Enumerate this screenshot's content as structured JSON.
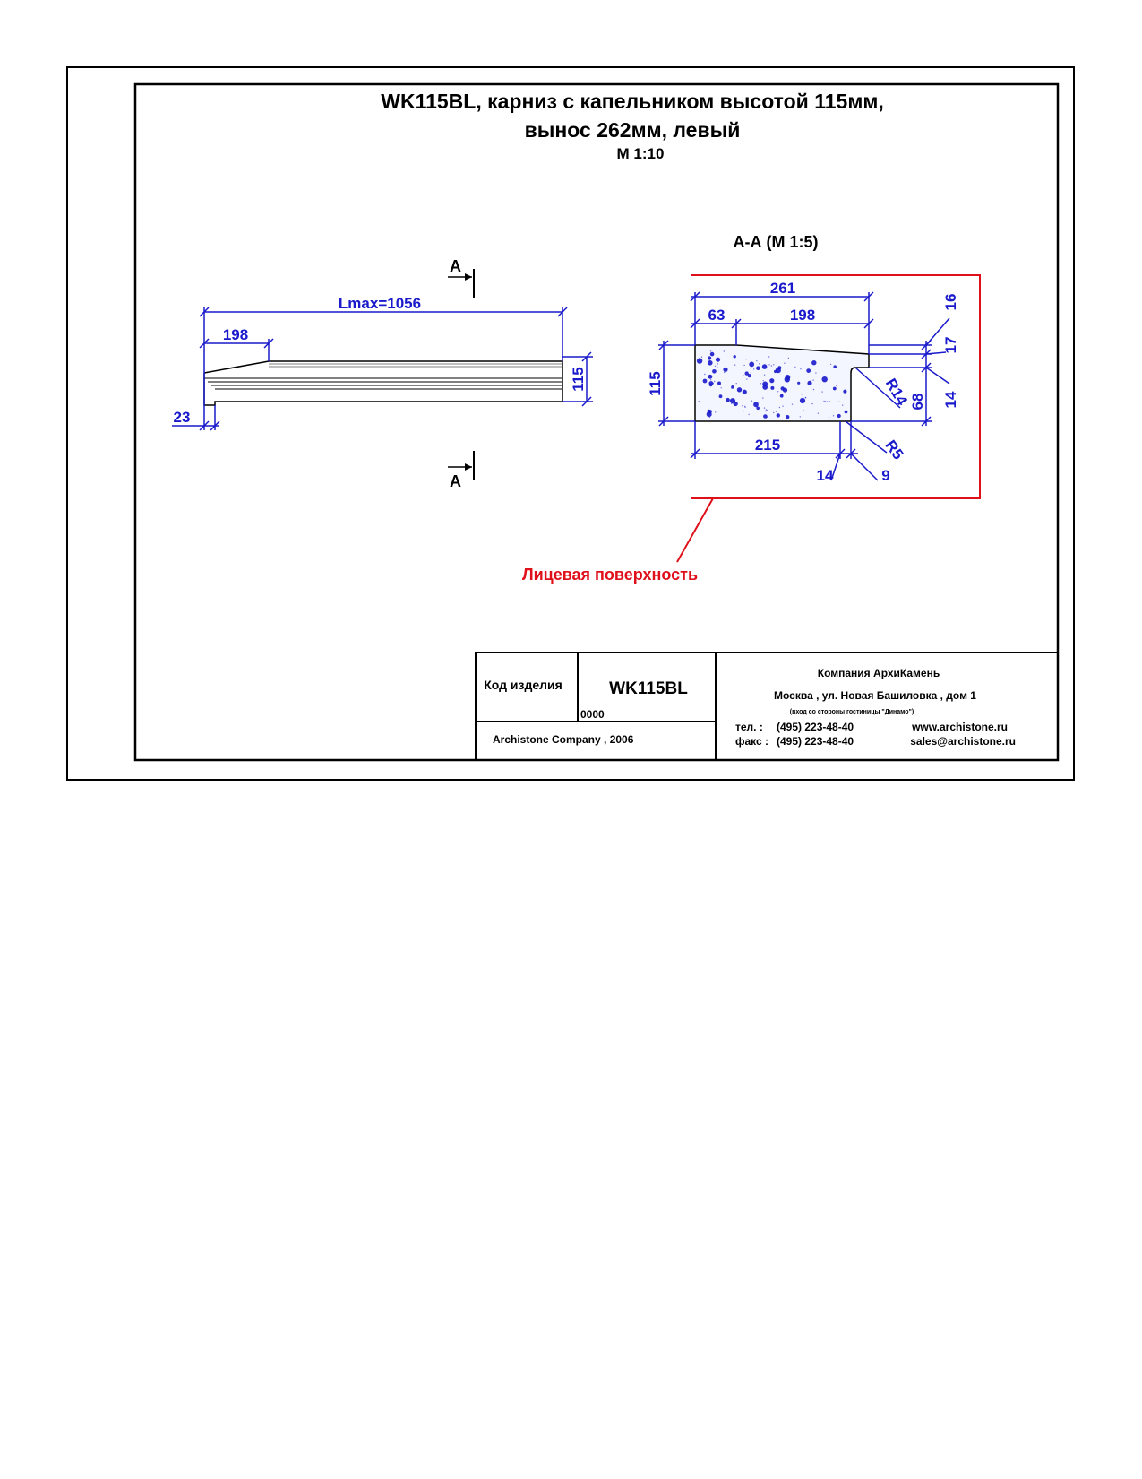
{
  "title": {
    "line1": "WK115BL, карниз с капельником высотой 115мм,",
    "line2": "вынос 262мм, левый",
    "scale": "М 1:10"
  },
  "elevation": {
    "section_mark_top": "A",
    "section_mark_bottom": "A",
    "dims": {
      "lmax": "Lmax=1056",
      "left_len": "198",
      "height": "115",
      "bottom": "23"
    }
  },
  "section": {
    "title": "А-А (М 1:5)",
    "dims": {
      "d261": "261",
      "d63": "63",
      "d198": "198",
      "d16": "16",
      "d17": "17",
      "d115": "115",
      "r14": "R14",
      "d68": "68",
      "d14_right": "14",
      "d215": "215",
      "r5": "R5",
      "d14_bottom": "14",
      "d9": "9"
    },
    "face_label": "Лицевая поверхность"
  },
  "title_block": {
    "code_label": "Код изделия",
    "code_value": "WK115BL",
    "code_number": "0000",
    "copyright": "Archistone  Company ,  2006",
    "company": "Компания  АрхиКамень",
    "address": "Москва , ул. Новая Башиловка , дом 1",
    "address_note": "(вход со стороны гостиницы \"Динамо\")",
    "tel_label": "тел.   :",
    "tel_value": "(495) 223-48-40",
    "fax_label": "факс :",
    "fax_value": "(495) 223-48-40",
    "website": "www.archistone.ru",
    "email": "sales@archistone.ru"
  },
  "colors": {
    "dimension": "#1a1acc",
    "face_highlight": "#e0101a",
    "outline": "#000000",
    "texture_dots": "#1a1acc"
  }
}
